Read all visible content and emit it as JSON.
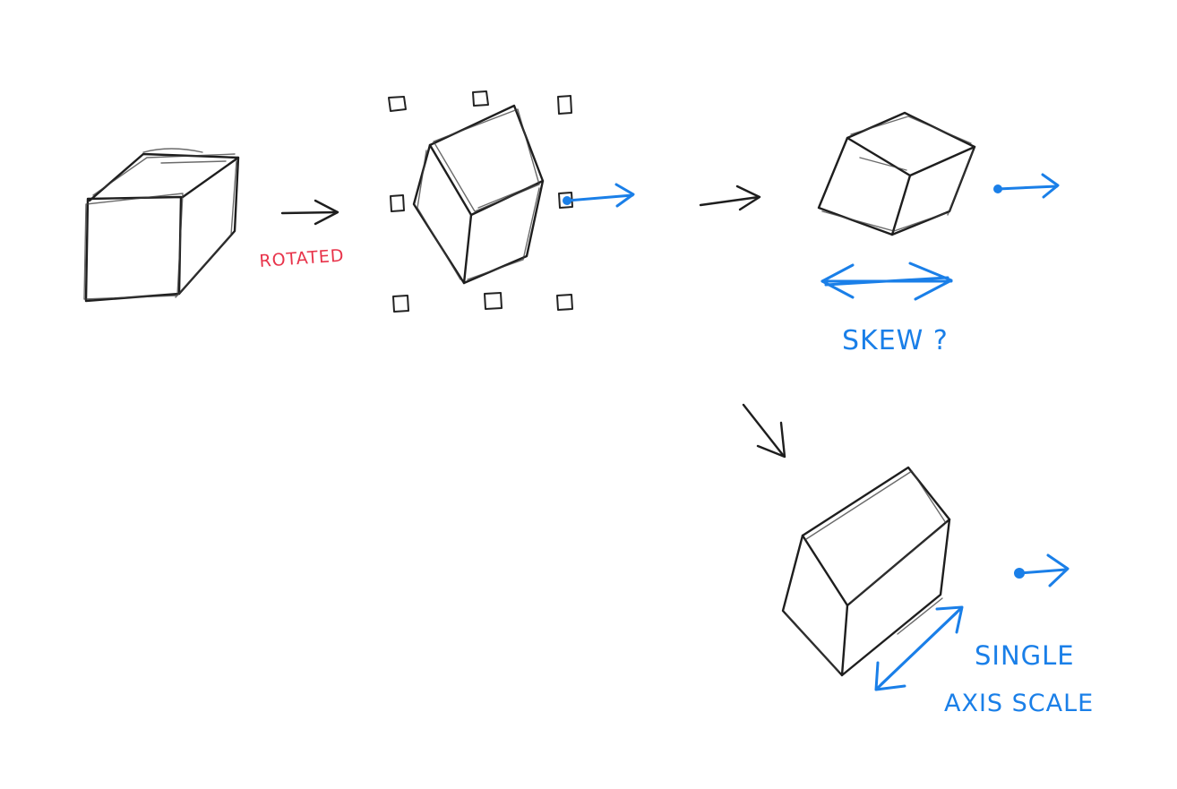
{
  "labels": {
    "rotated": "ROTATED",
    "skew": "SKEW ?",
    "single_line1": "SINGLE",
    "single_line2": "AXIS SCALE"
  },
  "colors": {
    "ink": "#1e1e1e",
    "accent_blue": "#1a7fe8",
    "accent_red": "#e8334a"
  }
}
